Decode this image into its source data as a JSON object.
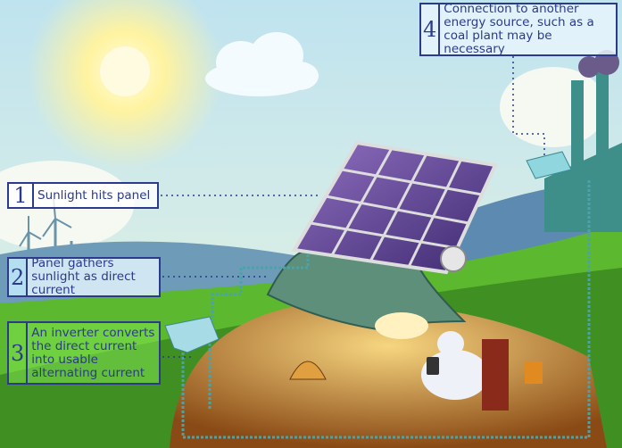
{
  "callouts": [
    {
      "number": "1",
      "text": "Sunlight hits panel"
    },
    {
      "number": "2",
      "text": "Panel gathers sunlight as direct current"
    },
    {
      "number": "3",
      "text": "An inverter converts the direct current into usable alternating current"
    },
    {
      "number": "4",
      "text": "Connection to another energy source, such as a coal plant may be necessary"
    }
  ],
  "colors": {
    "label_border": "#2b3a8c",
    "panel": "#5b3f8f",
    "grass": "#5cb82e",
    "soil": "#c8832a",
    "wire": "#4aa3a8"
  }
}
